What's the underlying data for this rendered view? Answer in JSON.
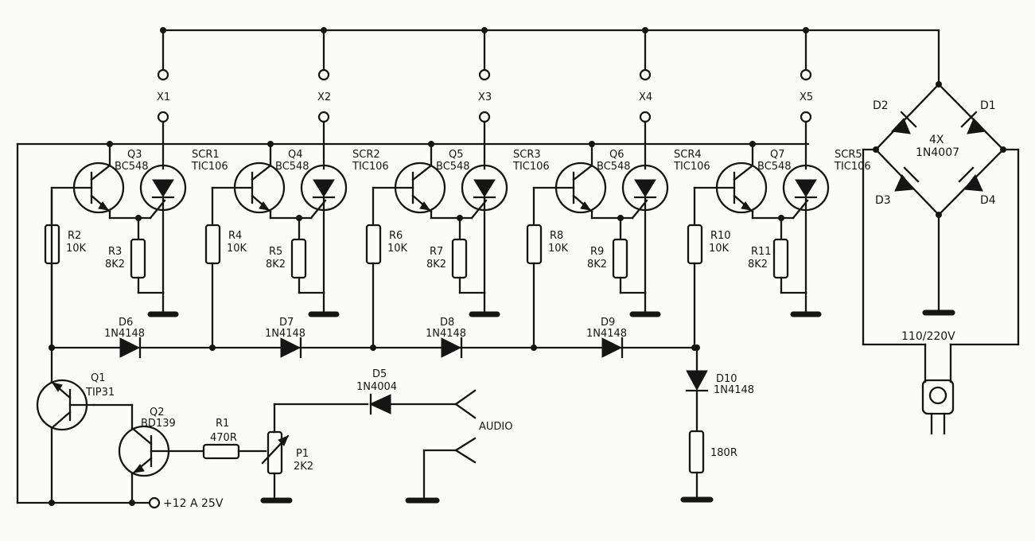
{
  "outputs": [
    "X1",
    "X2",
    "X3",
    "X4",
    "X5"
  ],
  "stages": [
    {
      "q": "Q3",
      "qtype": "BC548",
      "scr": "SCR1",
      "scrtype": "TIC106",
      "rb": "R2",
      "rbv": "10K",
      "rp": "R3",
      "rpv": "8K2",
      "d": "D6",
      "dv": "1N4148"
    },
    {
      "q": "Q4",
      "qtype": "BC548",
      "scr": "SCR2",
      "scrtype": "TIC106",
      "rb": "R4",
      "rbv": "10K",
      "rp": "R5",
      "rpv": "8K2",
      "d": "D7",
      "dv": "1N4148"
    },
    {
      "q": "Q5",
      "qtype": "BC548",
      "scr": "SCR3",
      "scrtype": "TIC106",
      "rb": "R6",
      "rbv": "10K",
      "rp": "R7",
      "rpv": "8K2",
      "d": "D8",
      "dv": "1N4148"
    },
    {
      "q": "Q6",
      "qtype": "BC548",
      "scr": "SCR4",
      "scrtype": "TIC106",
      "rb": "R8",
      "rbv": "10K",
      "rp": "R9",
      "rpv": "8K2",
      "d": "D9",
      "dv": "1N4148"
    },
    {
      "q": "Q7",
      "qtype": "BC548",
      "scr": "SCR5",
      "scrtype": "TIC106",
      "rb": "R10",
      "rbv": "10K",
      "rp": "R11",
      "rpv": "8K2"
    }
  ],
  "bridge": {
    "d1": "D1",
    "d2": "D2",
    "d3": "D3",
    "d4": "D4",
    "count": "4X",
    "type": "1N4007",
    "mains": "110/220V"
  },
  "input": {
    "q1": "Q1",
    "q1type": "TIP31",
    "q2": "Q2",
    "q2type": "BD139",
    "r1": "R1",
    "r1v": "470R",
    "p1": "P1",
    "p1v": "2K2",
    "d5": "D5",
    "d5v": "1N4004",
    "audio": "AUDIO",
    "supply": "+12 A 25V"
  },
  "tail": {
    "d10": "D10",
    "d10v": "1N4148",
    "r": "180R"
  }
}
